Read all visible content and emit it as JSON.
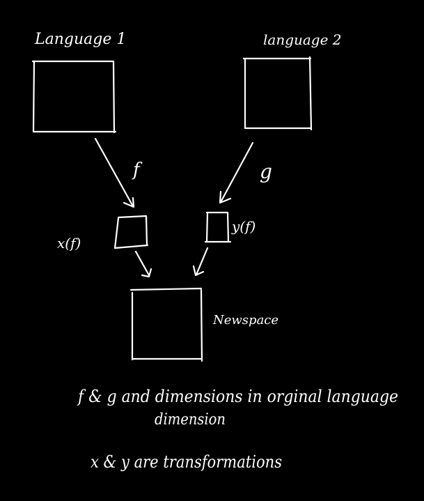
{
  "labels": {
    "language1": "Language 1",
    "language2": "language 2",
    "f": "f",
    "g": "g",
    "xf": "x(f)",
    "yf": "y(f)",
    "newspace": "Newspace"
  },
  "notes": {
    "line1": "f & g and dimensions in orginal language",
    "line2": "dimension",
    "line3": "x & y are transformations"
  },
  "colors": {
    "background": "#000000",
    "ink": "#ffffff"
  }
}
